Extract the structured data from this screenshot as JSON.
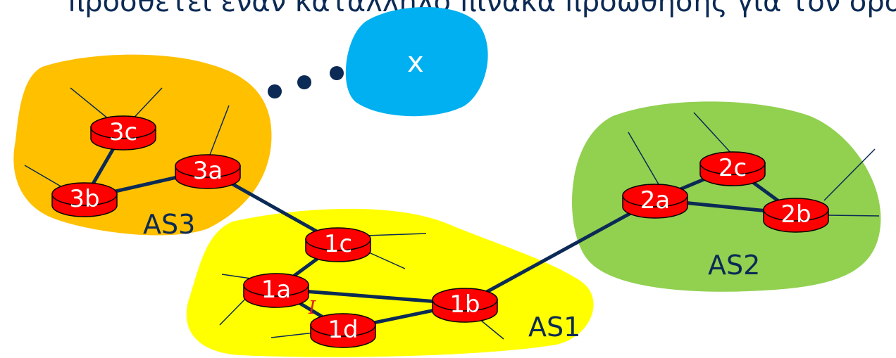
{
  "title_fragment": "προσθέτει έναν κατάλληλο πίνακα προώθησης για τον δρομολογητή",
  "colors": {
    "as1": "#ffff00",
    "as2": "#92d050",
    "as3": "#ffc000",
    "dest": "#00b0f0",
    "router": "#ff0000",
    "link": "#0b2a55"
  },
  "autonomous_systems": [
    {
      "id": "as1",
      "label": "AS1"
    },
    {
      "id": "as2",
      "label": "AS2"
    },
    {
      "id": "as3",
      "label": "AS3"
    }
  ],
  "destination": {
    "label": "x",
    "ellipsis": "..."
  },
  "routers": [
    {
      "id": "1a",
      "label": "1a"
    },
    {
      "id": "1b",
      "label": "1b"
    },
    {
      "id": "1c",
      "label": "1c"
    },
    {
      "id": "1d",
      "label": "1d"
    },
    {
      "id": "2a",
      "label": "2a"
    },
    {
      "id": "2b",
      "label": "2b"
    },
    {
      "id": "2c",
      "label": "2c"
    },
    {
      "id": "3a",
      "label": "3a"
    },
    {
      "id": "3b",
      "label": "3b"
    },
    {
      "id": "3c",
      "label": "3c"
    }
  ],
  "links": [
    [
      "1a",
      "1c"
    ],
    [
      "1a",
      "1b"
    ],
    [
      "1a",
      "1d"
    ],
    [
      "1d",
      "1b"
    ],
    [
      "1c",
      "3a"
    ],
    [
      "1b",
      "2a"
    ],
    [
      "2a",
      "2c"
    ],
    [
      "2a",
      "2b"
    ],
    [
      "2c",
      "2b"
    ],
    [
      "3a",
      "3b"
    ],
    [
      "3b",
      "3c"
    ]
  ],
  "interface_label": "I"
}
